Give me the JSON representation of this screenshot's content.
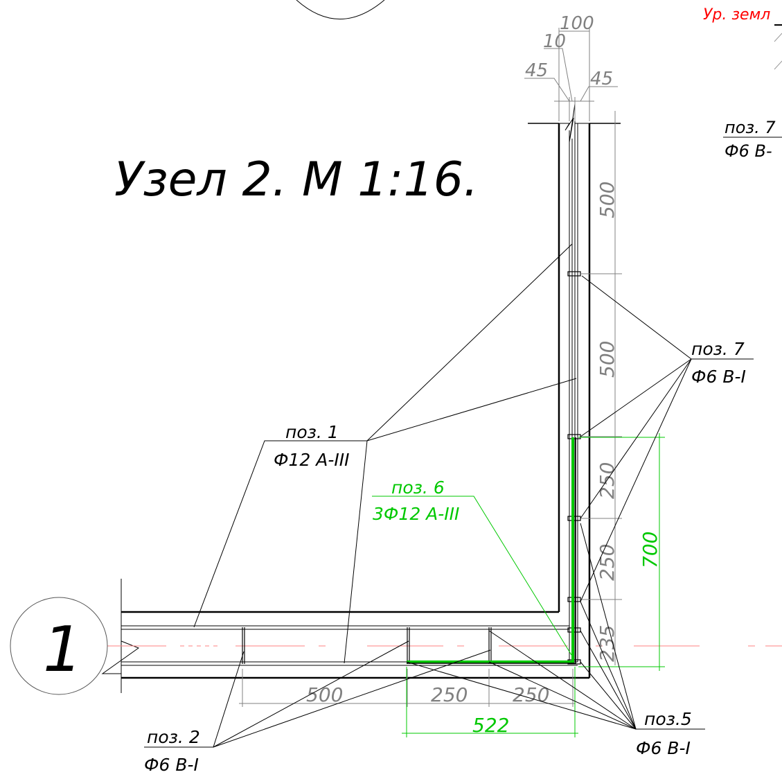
{
  "title": "Узел 2. М 1:16.",
  "axis_marker": "1",
  "top_right_level": "Ур. земл",
  "dimensions": {
    "top_100": "100",
    "top_10": "10",
    "top_45_left": "45",
    "top_45_right": "45",
    "vert_500_upper": "500",
    "vert_500_lower": "500",
    "vert_250_upper": "250",
    "vert_250_lower": "250",
    "vert_235": "235",
    "vert_700": "700",
    "horiz_500": "500",
    "horiz_250_left": "250",
    "horiz_250_right": "250",
    "horiz_522": "522"
  },
  "labels": {
    "poz1": {
      "name": "поз. 1",
      "spec": "Ф12 А-III"
    },
    "poz2": {
      "name": "поз. 2",
      "spec": "Ф6 В-I"
    },
    "poz5": {
      "name": "поз.5",
      "spec": "Ф6 В-I"
    },
    "poz6": {
      "name": "поз. 6",
      "spec": "3Ф12 А-III"
    },
    "poz7": {
      "name": "поз. 7",
      "spec": "Ф6 В-I"
    },
    "poz7_top": {
      "name": "поз. 7",
      "spec": "Ф6 В-"
    }
  },
  "colors": {
    "line": "#000000",
    "dim": "#808080",
    "green": "#00c800",
    "red": "#ff0000",
    "axis": "#ff6666"
  }
}
